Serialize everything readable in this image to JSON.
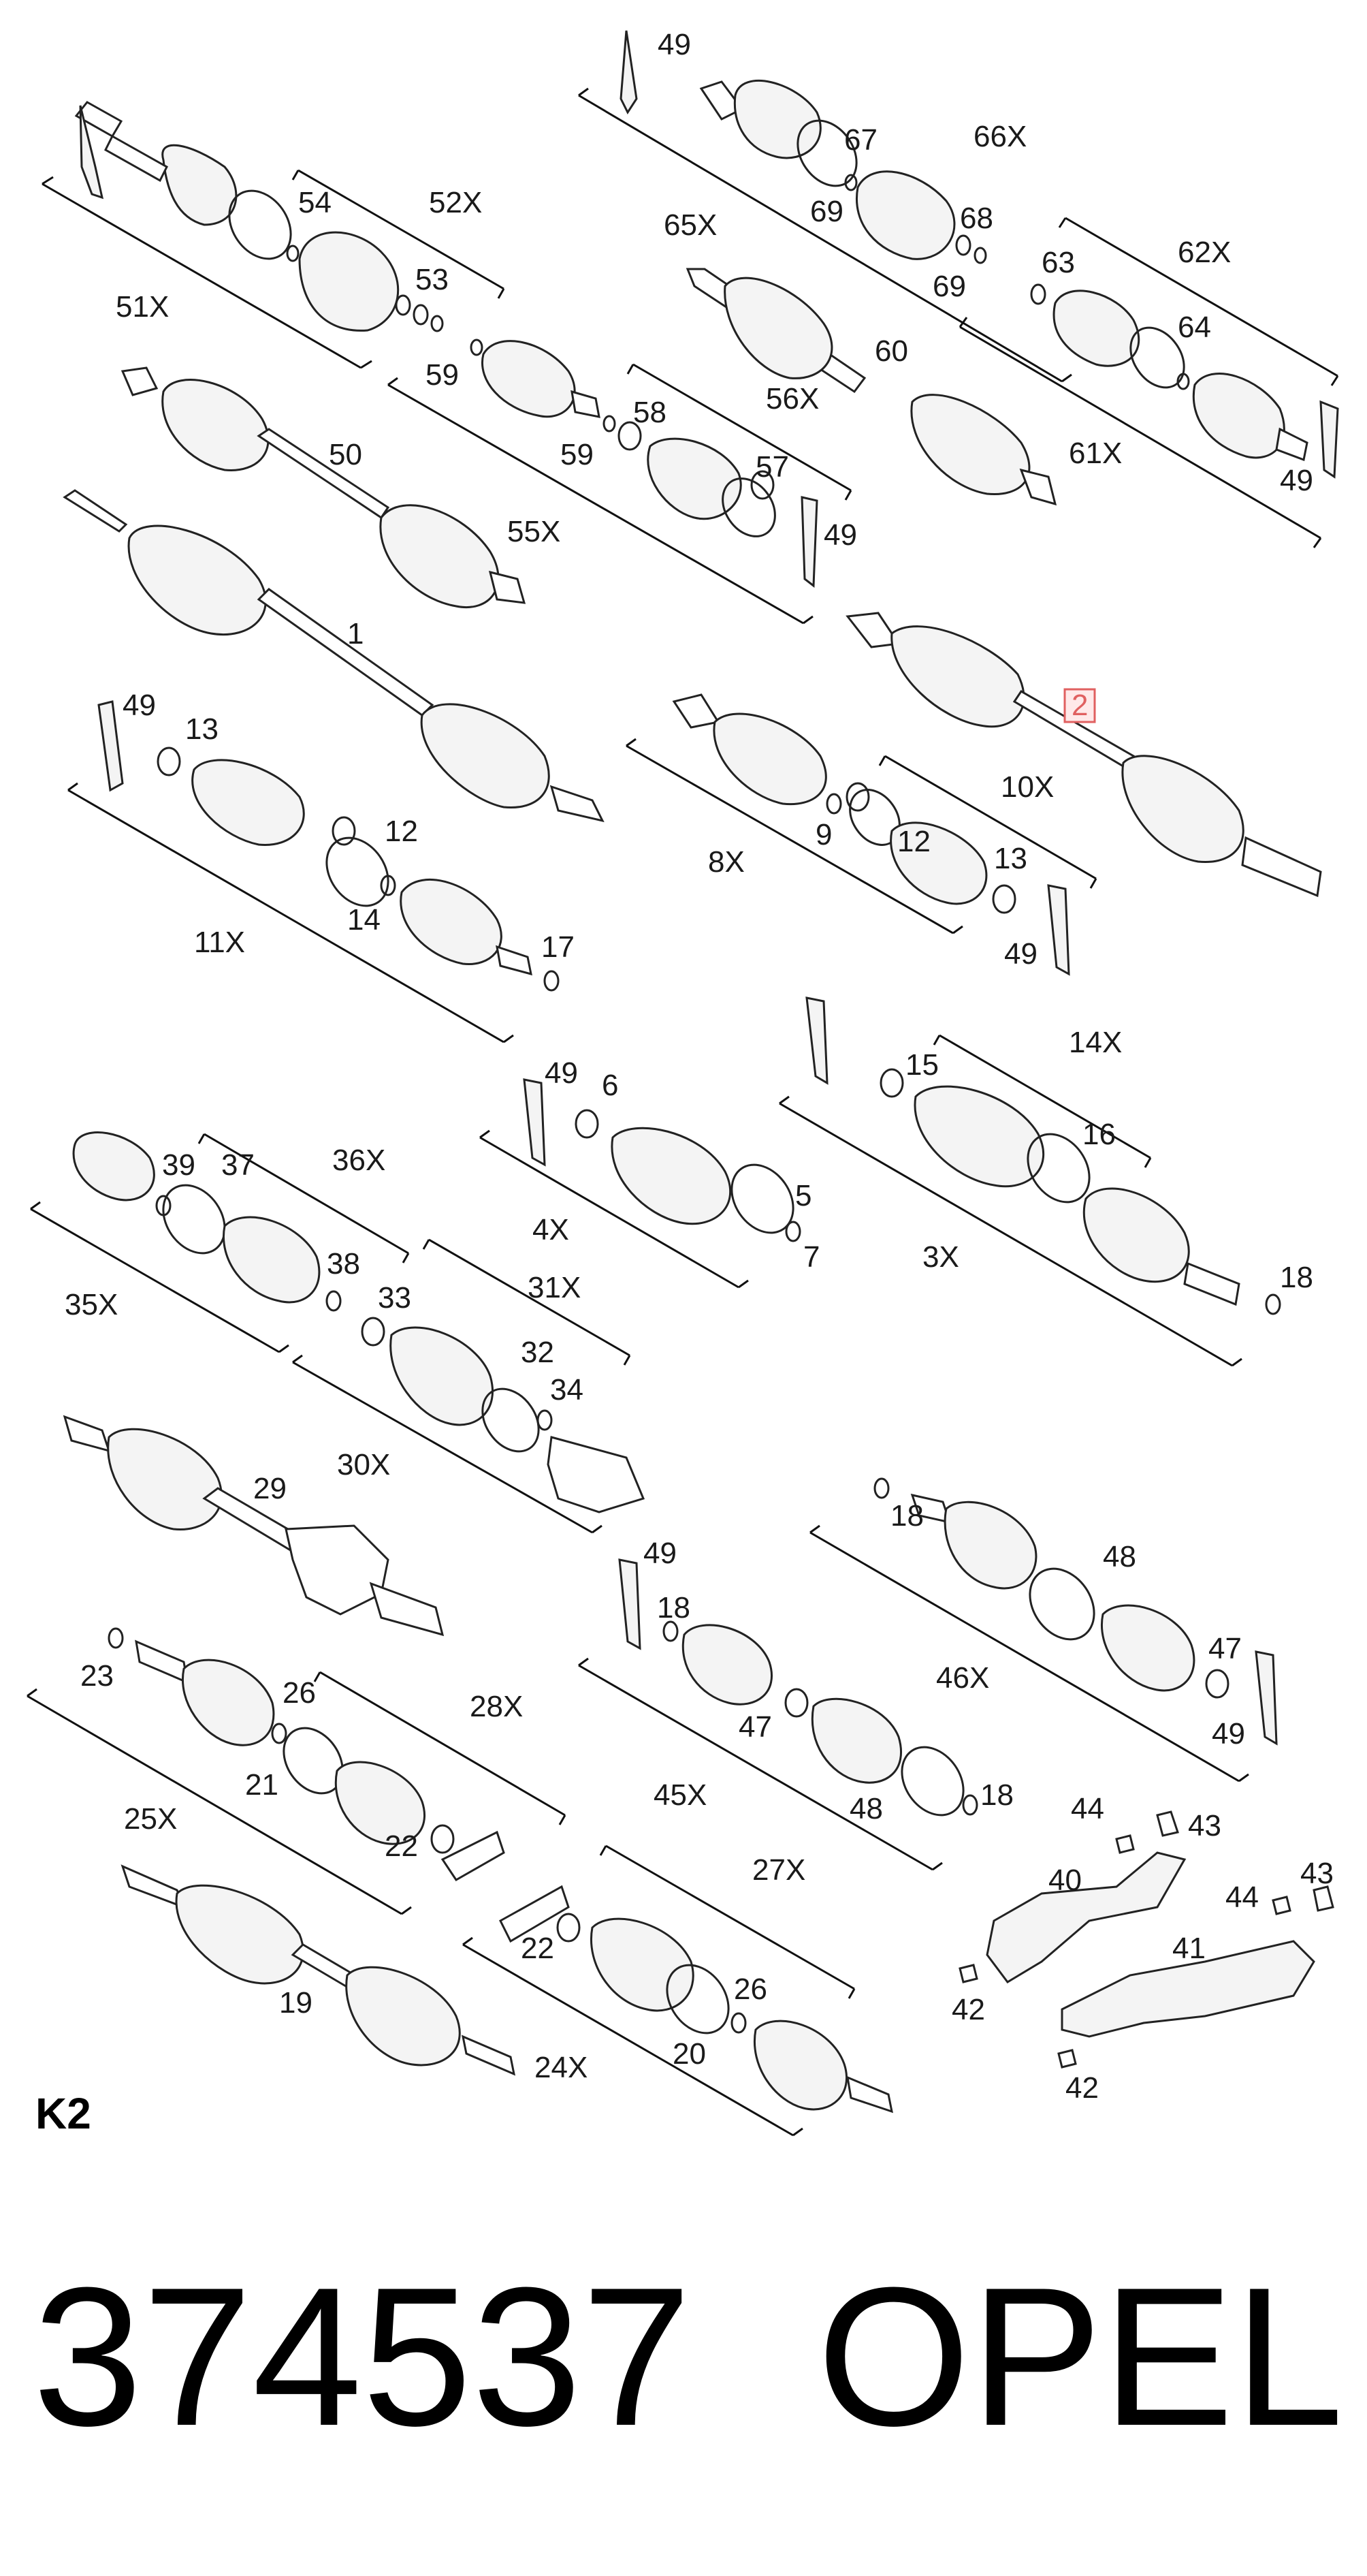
{
  "diagram": {
    "section_code": "K2",
    "part_number": "374537",
    "brand": "OPEL",
    "highlighted_callout": "2",
    "callouts": [
      "49",
      "67",
      "66X",
      "69",
      "68",
      "65X",
      "69",
      "62X",
      "63",
      "64",
      "61X",
      "49",
      "60",
      "54",
      "52X",
      "53",
      "51X",
      "59",
      "59",
      "58",
      "56X",
      "57",
      "49",
      "55X",
      "50",
      "1",
      "2",
      "49",
      "13",
      "12",
      "14",
      "17",
      "11X",
      "12",
      "9",
      "10X",
      "8X",
      "13",
      "49",
      "49",
      "6",
      "5",
      "7",
      "4X",
      "15",
      "14X",
      "16",
      "3X",
      "18",
      "39",
      "37",
      "36X",
      "35X",
      "38",
      "33",
      "31X",
      "32",
      "34",
      "30X",
      "29",
      "18",
      "48",
      "46X",
      "47",
      "49",
      "49",
      "18",
      "47",
      "45X",
      "48",
      "18",
      "23",
      "26",
      "28X",
      "21",
      "25X",
      "22",
      "19",
      "27X",
      "22",
      "26",
      "20",
      "24X",
      "44",
      "43",
      "40",
      "44",
      "43",
      "41",
      "42",
      "42"
    ]
  }
}
